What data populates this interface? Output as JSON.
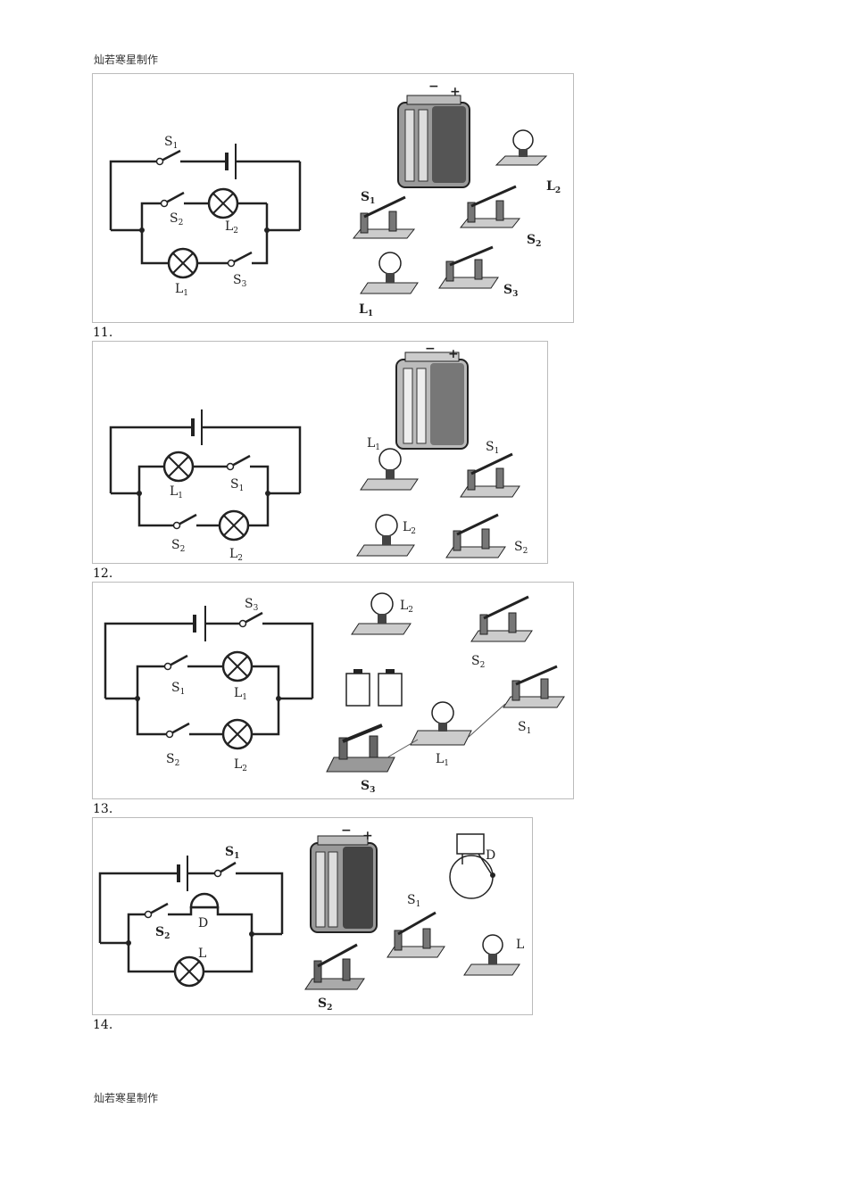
{
  "header": {
    "top_text": "灿若寒星制作",
    "bottom_text": "灿若寒星制作"
  },
  "figures": [
    {
      "number": "11.",
      "schematic": {
        "S1": [
          "S",
          "1"
        ],
        "S2": [
          "S",
          "2"
        ],
        "S3": [
          "S",
          "3"
        ],
        "L1": [
          "L",
          "1"
        ],
        "L2": [
          "L",
          "2"
        ]
      },
      "objects": {
        "S1": [
          "S",
          "1"
        ],
        "S2": [
          "S",
          "2"
        ],
        "S3": [
          "S",
          "3"
        ],
        "L1": [
          "L",
          "1"
        ],
        "L2": [
          "L",
          "2"
        ],
        "minus": "−",
        "plus": "+"
      }
    },
    {
      "number": "12.",
      "schematic": {
        "S1": [
          "S",
          "1"
        ],
        "S2": [
          "S",
          "2"
        ],
        "L1": [
          "L",
          "1"
        ],
        "L2": [
          "L",
          "2"
        ]
      },
      "objects": {
        "S1": [
          "S",
          "1"
        ],
        "S2": [
          "S",
          "2"
        ],
        "L1": [
          "L",
          "1"
        ],
        "L2": [
          "L",
          "2"
        ],
        "minus": "−",
        "plus": "+"
      }
    },
    {
      "number": "13.",
      "schematic": {
        "S1": [
          "S",
          "1"
        ],
        "S2": [
          "S",
          "2"
        ],
        "S3": [
          "S",
          "3"
        ],
        "L1": [
          "L",
          "1"
        ],
        "L2": [
          "L",
          "2"
        ]
      },
      "objects": {
        "S1": [
          "S",
          "1"
        ],
        "S2": [
          "S",
          "2"
        ],
        "S3": [
          "S",
          "3"
        ],
        "L1": [
          "L",
          "1"
        ],
        "L2": [
          "L",
          "2"
        ]
      }
    },
    {
      "number": "14.",
      "schematic": {
        "S1": [
          "S",
          "1"
        ],
        "S2": [
          "S",
          "2"
        ],
        "D": "D",
        "L": "L"
      },
      "objects": {
        "S1": [
          "S",
          "1"
        ],
        "S2": [
          "S",
          "2"
        ],
        "D": "D",
        "L": "L",
        "minus": "−",
        "plus": "+"
      }
    }
  ]
}
